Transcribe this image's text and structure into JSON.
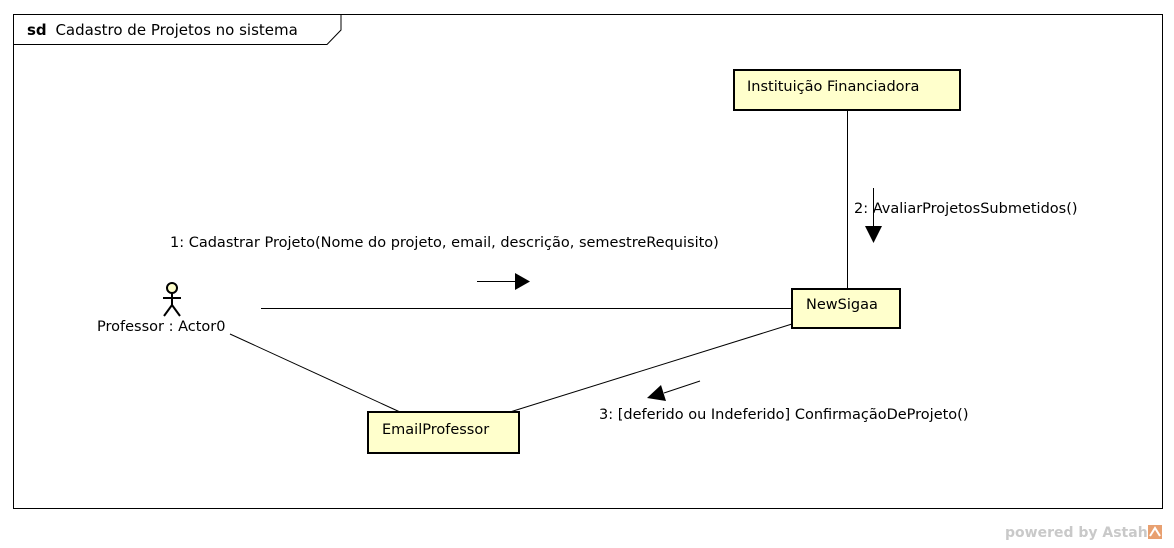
{
  "frame": {
    "keyword": "sd",
    "title": "Cadastro de Projetos no sistema"
  },
  "actor": {
    "label": "Professor : Actor0"
  },
  "objects": {
    "instituicao": "Instituição Financiadora",
    "newsigaa": "NewSigaa",
    "email": "EmailProfessor"
  },
  "messages": {
    "m1": "1: Cadastrar Projeto(Nome do projeto, email, descrição, semestreRequisito)",
    "m2": "2: AvaliarProjetosSubmetidos()",
    "m3": "3: [deferido ou Indeferido] ConfirmaçãoDeProjeto()"
  },
  "watermark": "powered by Astah",
  "colors": {
    "object_fill": "#ffffcc",
    "line": "#000000",
    "watermark": "#c9c9c9",
    "logo": "#e8a070"
  }
}
